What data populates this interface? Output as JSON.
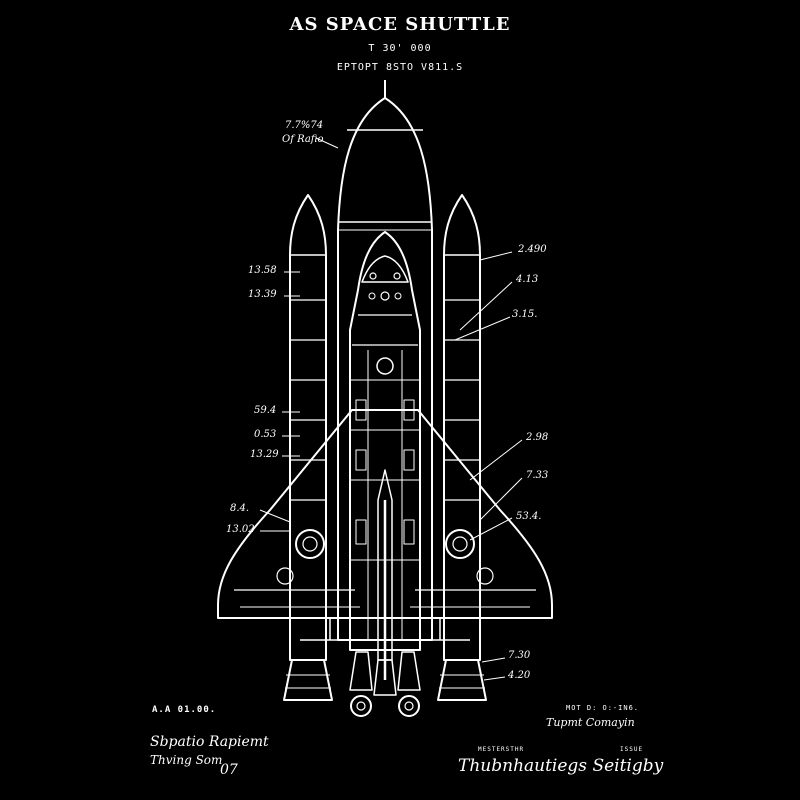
{
  "header": {
    "title": "AS SPACE SHUTTLE",
    "line1": "T 30' 000",
    "line2": "EPTOPT  8STO V811.S"
  },
  "annotations": {
    "top_note_line1": "7.7%74",
    "top_note_line2": "Of Rafio",
    "left": [
      "13.58",
      "13.39",
      "59.4",
      "0.53",
      "13.29",
      "8.4.",
      "13.02"
    ],
    "right": [
      "2.490",
      "4.13",
      "3.15.",
      "2.98",
      "7.33",
      "53.4.",
      "7.30",
      "4.20"
    ]
  },
  "footer": {
    "left_code": "A.A 01.00.",
    "left_sig_1": "Sbpatio Rapiemt",
    "left_sig_2": "Thving Som",
    "left_sig_3": "07",
    "right_code": "MOT D: O:-IN6.",
    "right_sig_small": "Tupmt Comayin",
    "right_caption_a": "MESTERSTHR",
    "right_caption_b": "ISSUE",
    "right_sig_large": "Thubnhautiegs Seitigby"
  },
  "colors": {
    "background": "#000000",
    "ink": "#ffffff"
  }
}
